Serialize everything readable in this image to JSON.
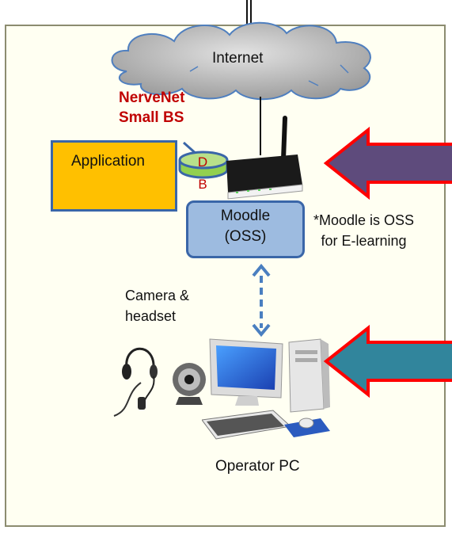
{
  "internet_label": "Internet",
  "nervenet_label": [
    "NerveNet",
    "Small BS"
  ],
  "application_label": "Application",
  "db_label": [
    "D",
    "B"
  ],
  "moodle_label": [
    "Moodle",
    "(OSS)"
  ],
  "moodle_note": [
    "*Moodle is OSS",
    "for E-learning"
  ],
  "camera_label": [
    "Camera &",
    "headset"
  ],
  "operator_label": "Operator PC",
  "colors": {
    "panel_bg": "#fffff2",
    "application": "#ffc000",
    "moodle": "#9dbbe0",
    "box_border": "#3a66a8",
    "red_text": "#c00000",
    "arrow_top": "#5e4b7c",
    "arrow_bottom": "#31859c",
    "arrow_border": "#ff0000",
    "dashed_arrow": "#4a7fc0"
  }
}
